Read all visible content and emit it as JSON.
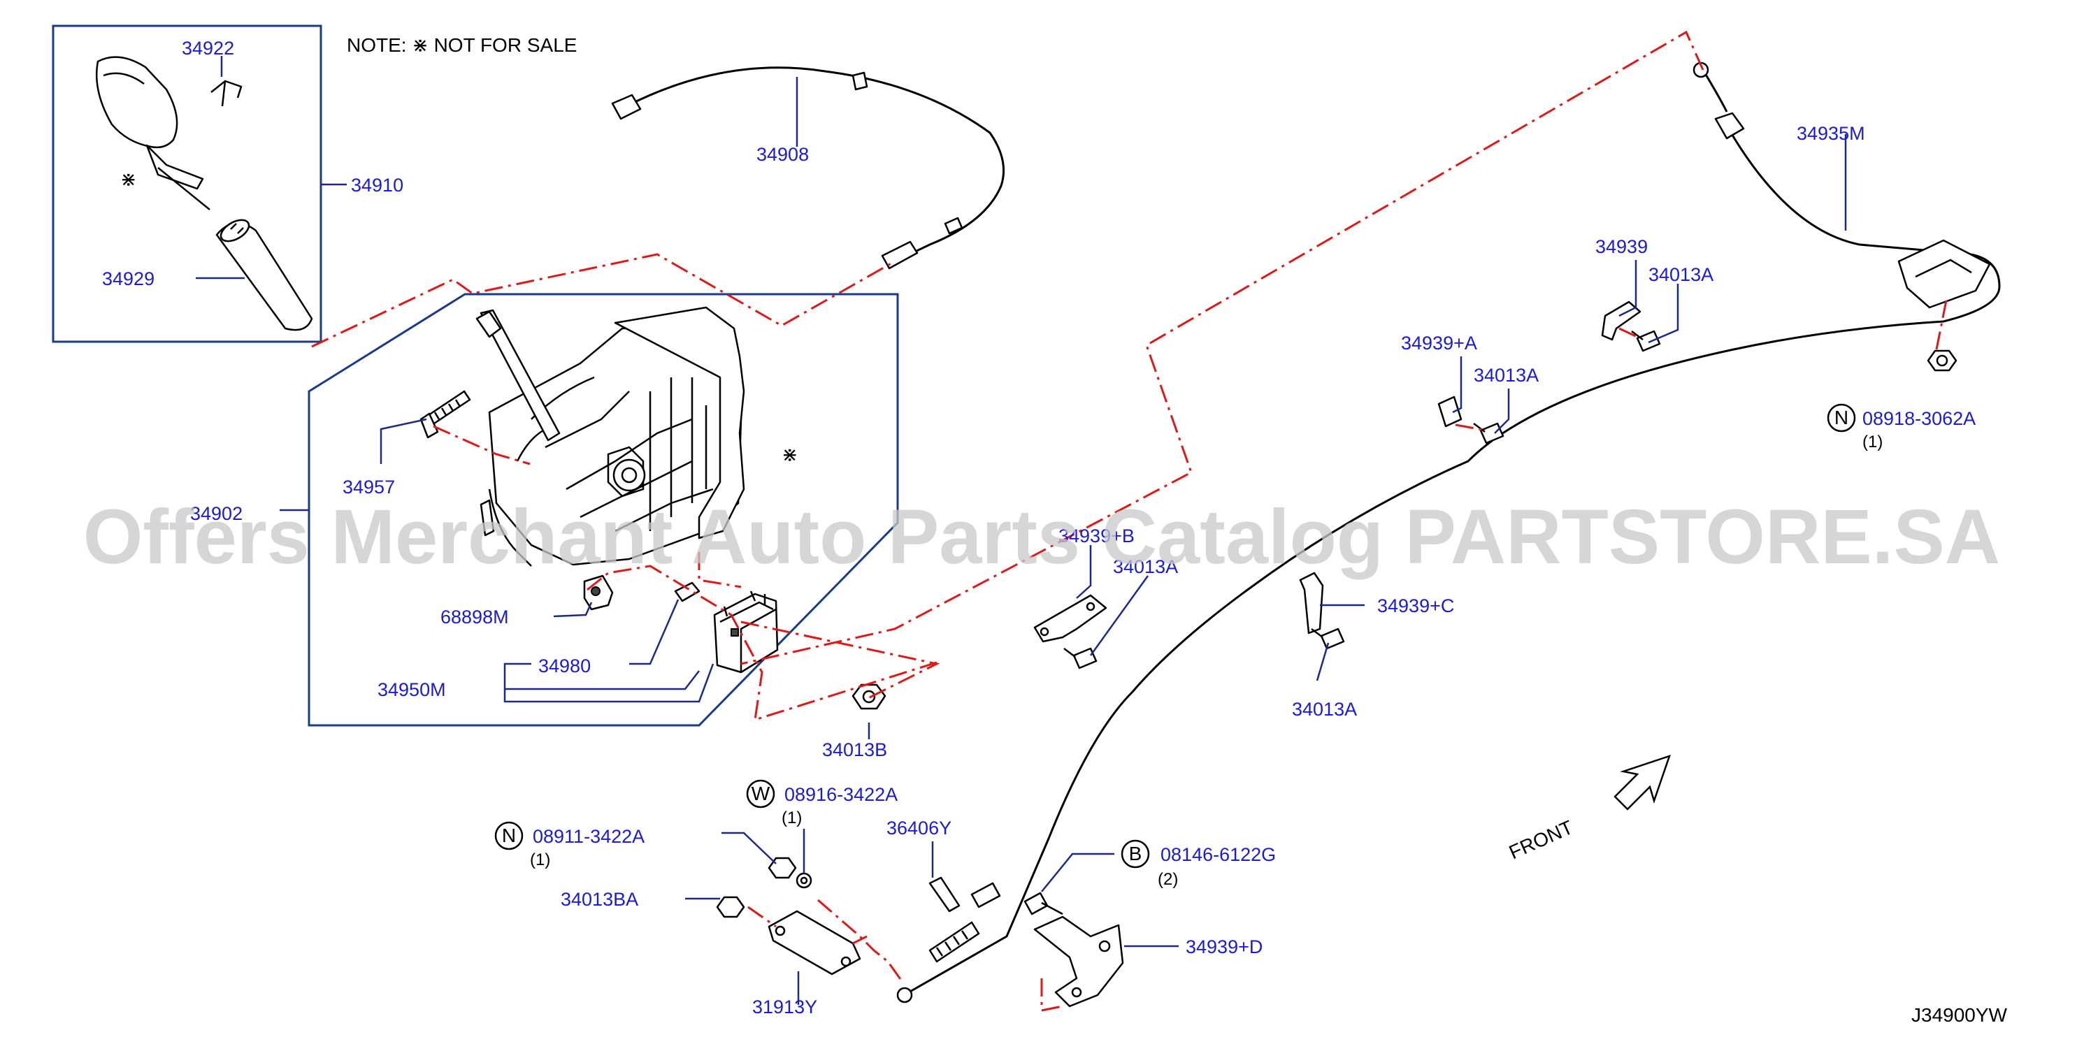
{
  "note": "NOTE:  ⋇ NOT  FOR  SALE",
  "note_symbol": "⋇",
  "labels": {
    "p34922": "34922",
    "p34910": "34910",
    "p34929": "34929",
    "p34908": "34908",
    "p34935M": "34935M",
    "p34939": "34939",
    "p34013A_a": "34013A",
    "p34939A": "34939+A",
    "p34013A_b": "34013A",
    "p08918": "08918-3062A",
    "p08918_qty": "(1)",
    "p34957": "34957",
    "p34902": "34902",
    "p34939B": "34939+B",
    "p34013A_c": "34013A",
    "p34939C": "34939+C",
    "p68898M": "68898M",
    "p34980": "34980",
    "p34950M": "34950M",
    "p34013A_d": "34013A",
    "p34013B": "34013B",
    "p08916": "08916-3422A",
    "p08916_qty": "(1)",
    "p36406Y": "36406Y",
    "p08911": "08911-3422A",
    "p08911_qty": "(1)",
    "p08146": "08146-6122G",
    "p08146_qty": "(2)",
    "p34013BA": "34013BA",
    "p34939D": "34939+D",
    "p31913Y": "31913Y"
  },
  "prefix": {
    "n1": "N",
    "w": "W",
    "n2": "N",
    "b": "B"
  },
  "front_label": "FRONT",
  "diagram_code": "J34900YW",
  "watermark": "Offers Merchant Auto Parts Catalog PARTSTORE.SA",
  "colors": {
    "label": "#1a1adc",
    "leader": "#1a2a8a",
    "phantom_line": "#e01818",
    "outline": "#000000"
  }
}
